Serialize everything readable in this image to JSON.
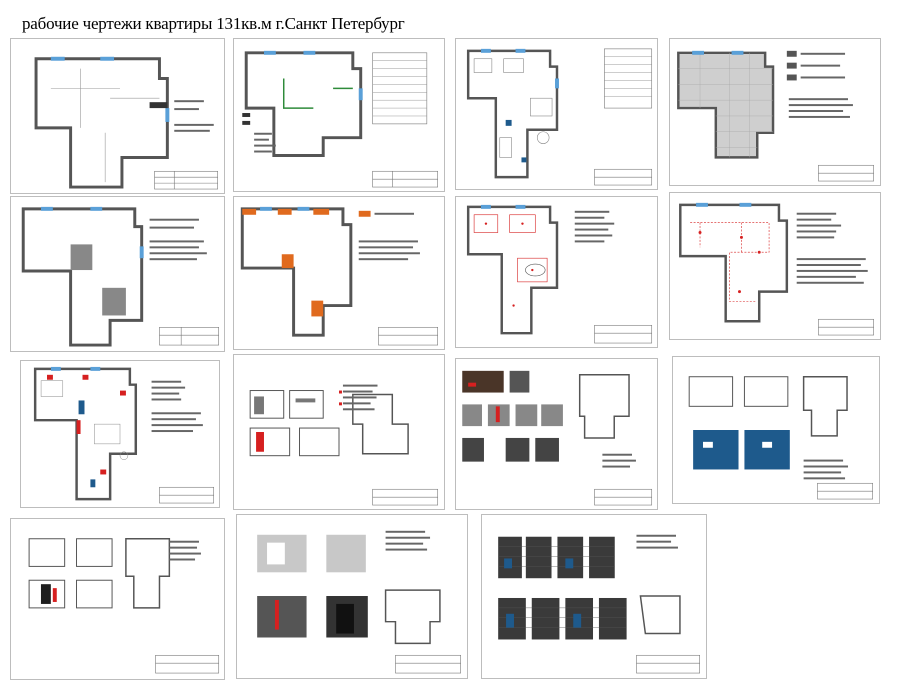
{
  "page": {
    "title": "рабочие чертежи квартиры 131кв.м г.Санкт Петербург"
  },
  "sheets": [
    {
      "id": "plan-existing",
      "kind": "plan"
    },
    {
      "id": "plan-dismantling",
      "kind": "plan"
    },
    {
      "id": "plan-furniture",
      "kind": "plan"
    },
    {
      "id": "plan-floor",
      "kind": "plan"
    },
    {
      "id": "plan-walls-1",
      "kind": "plan"
    },
    {
      "id": "plan-walls-2",
      "kind": "plan"
    },
    {
      "id": "plan-ceiling",
      "kind": "plan"
    },
    {
      "id": "plan-lighting",
      "kind": "plan"
    },
    {
      "id": "plan-electrical",
      "kind": "plan"
    },
    {
      "id": "elevations-1",
      "kind": "elevation"
    },
    {
      "id": "elevations-2",
      "kind": "elevation"
    },
    {
      "id": "elevations-3",
      "kind": "elevation"
    },
    {
      "id": "elevations-4",
      "kind": "elevation"
    },
    {
      "id": "elevations-5",
      "kind": "elevation"
    },
    {
      "id": "elevations-6",
      "kind": "elevation"
    }
  ],
  "colors": {
    "wall": "#555555",
    "window": "#5aa0d8",
    "orange": "#e06a1e",
    "blue": "#1e5a8c",
    "red": "#d62020",
    "green": "#2e8b3a",
    "tile": "#3a3a3a"
  }
}
